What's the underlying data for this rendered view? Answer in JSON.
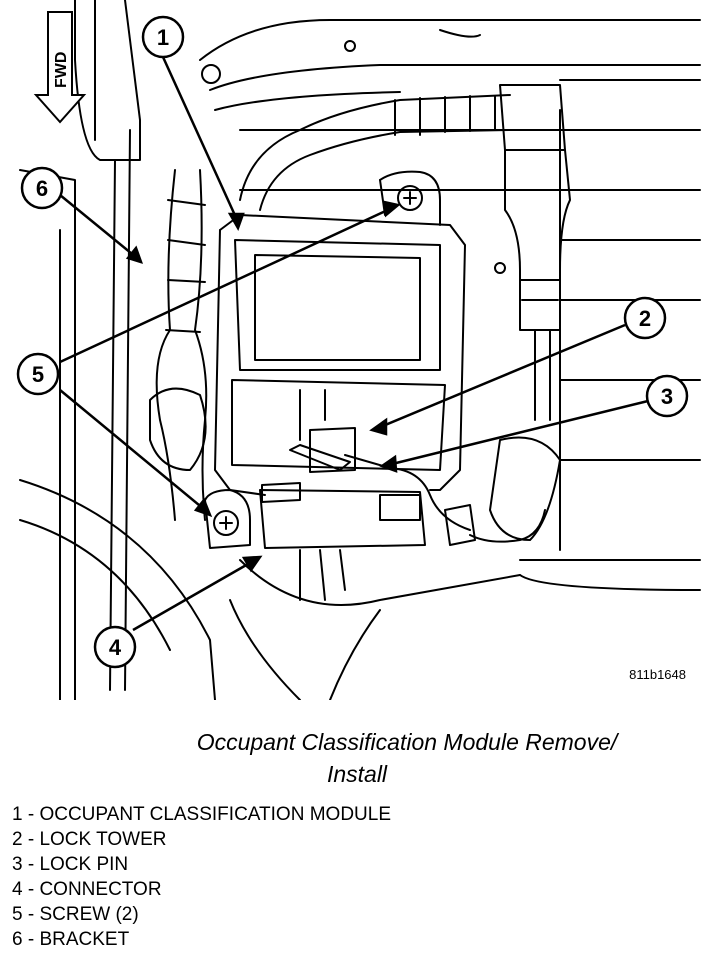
{
  "figure": {
    "orientation_label": "FWD",
    "figure_code": "811b1648",
    "callouts": [
      "1",
      "2",
      "3",
      "4",
      "5",
      "6"
    ]
  },
  "caption": {
    "line1": "Occupant Classification Module Remove/",
    "line2": "Install"
  },
  "legend": [
    "1 - OCCUPANT CLASSIFICATION MODULE",
    "2 - LOCK TOWER",
    "3 - LOCK PIN",
    "4 - CONNECTOR",
    "5 - SCREW (2)",
    "6 - BRACKET"
  ]
}
